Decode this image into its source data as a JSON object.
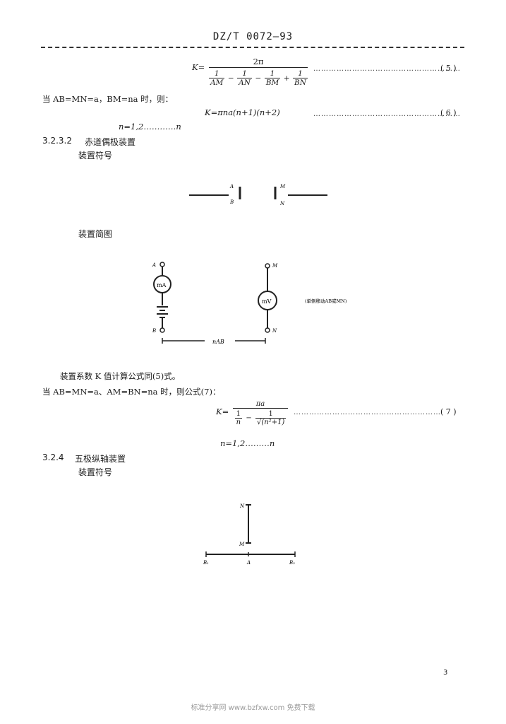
{
  "header": {
    "doc_code": "DZ/T 0072—93"
  },
  "eq5": {
    "lhs": "K=",
    "num": "2π",
    "t1": "AM",
    "t2": "AN",
    "t3": "BM",
    "t4": "BN",
    "one": "1",
    "dots": "…………………………………………………",
    "no": "( 5 )"
  },
  "line_when1": "当 AB=MN=a，BM=na 时，则：",
  "eq6": {
    "text": "K=πna(n+1)(n+2)",
    "dots": "…………………………………………………",
    "no": "( 6 )"
  },
  "n_range1": "n=1,2…………n",
  "sec322": {
    "number": "3.2.3.2",
    "title": "赤道偶极装置"
  },
  "label_symbol1": "装置符号",
  "symbol1": {
    "a": "A",
    "b": "B",
    "m": "M",
    "n": "N"
  },
  "label_diagram": "装置简图",
  "diagram": {
    "a": "A",
    "b": "B",
    "m": "M",
    "n": "N",
    "ma": "mA",
    "mv": "mV",
    "note": "(单侧移动AB或MN)",
    "dist": "nAB"
  },
  "coef_line": "装置系数 K 值计算公式同(5)式。",
  "line_when2": "当 AB=MN=a、AM=BN=na 时，则公式(7)：",
  "eq7": {
    "lhs": "K=",
    "num": "πa",
    "d1n": "1",
    "d1d": "n",
    "minus": "−",
    "d2n": "1",
    "d2d": "√(n²+1)",
    "dots": "…………………………………………………",
    "no": "( 7 )"
  },
  "n_range2": "n=1,2………n",
  "sec324": {
    "number": "3.2.4",
    "title": "五极纵轴装置"
  },
  "label_symbol2": "装置符号",
  "symbol2": {
    "n": "N",
    "m": "M",
    "b1": "B₁",
    "a": "A",
    "b2": "B₂"
  },
  "page_number": "3",
  "footer": "标准分享网 www.bzfxw.com 免费下载"
}
